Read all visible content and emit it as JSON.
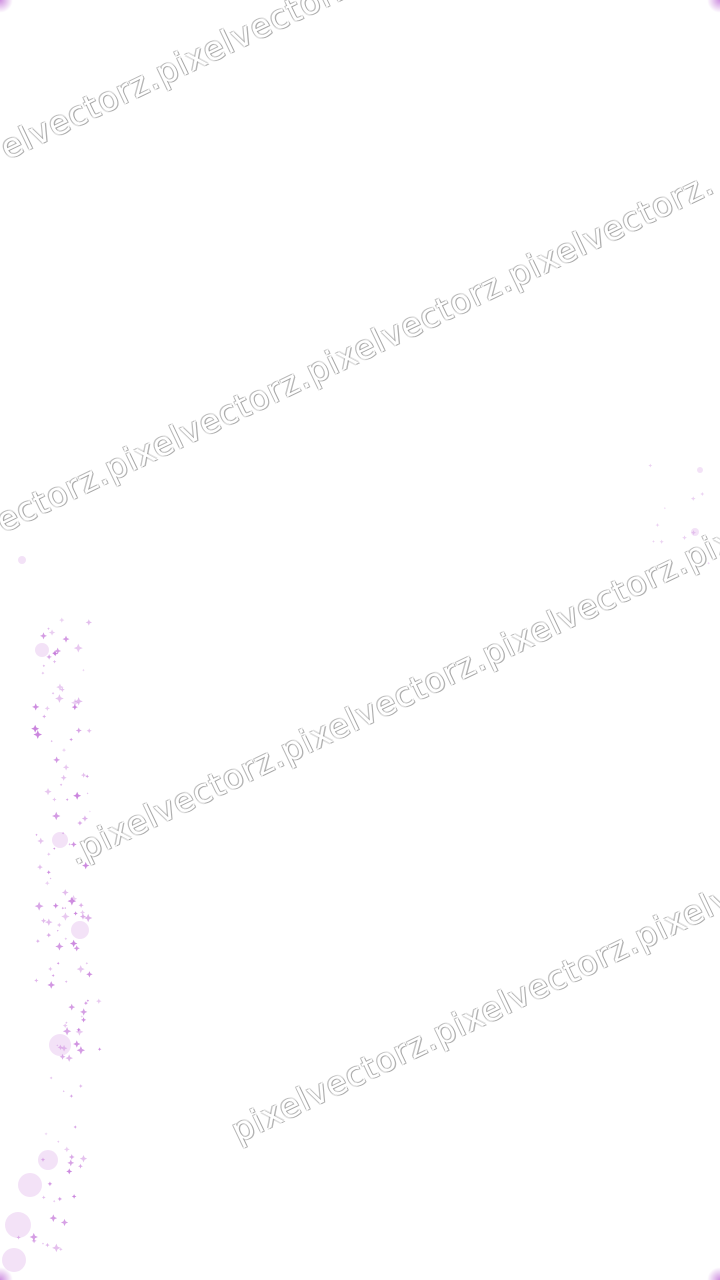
{
  "image": {
    "watermark_text": ".pixelvectorz.pixelvectorz.pixelvectorz.",
    "watermark_lines": [
      "elvectorz.pixelvectorz.pixe",
      "ectorz.pixelvectorz.pixelvectorz.pixelvectorz.",
      ".pixelvectorz.pixelvectorz.pixelvectorz.pixelvectorz.",
      "pixelvectorz.pixelvectorz.pixelvectorz.pixelv"
    ],
    "accent_color": "#c77ddb",
    "background_color": "#ffffff",
    "decoration": "purple-sparkle-trail"
  }
}
